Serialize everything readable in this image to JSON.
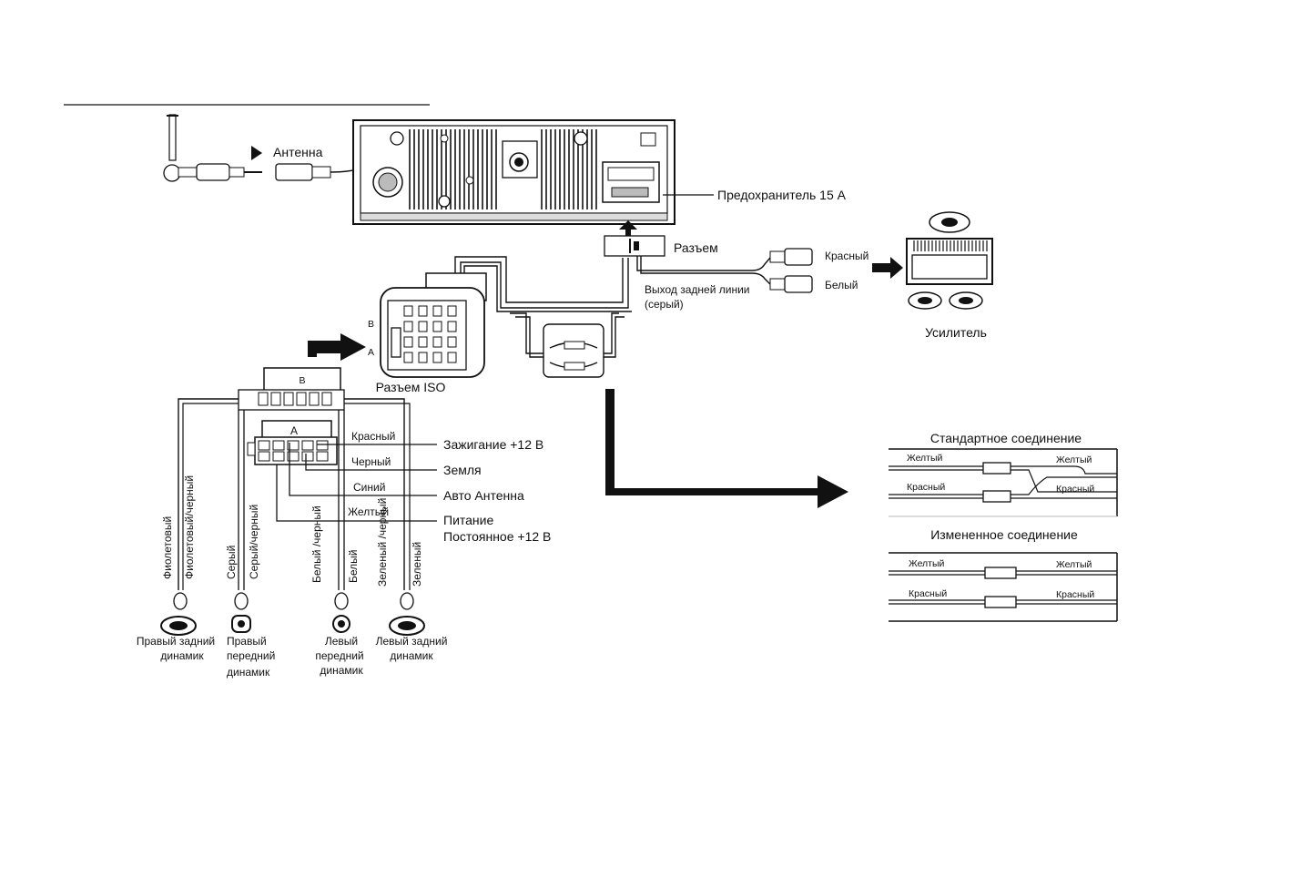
{
  "labels": {
    "antenna": "Антенна",
    "fuse": "Предохранитель 15 А",
    "connector": "Разъем",
    "iso_connector": "Разъем ISO",
    "rear_line_out_1": "Выход задней линии",
    "rear_line_out_2": "(серый)",
    "amp_red": "Красный",
    "amp_white": "Белый",
    "amplifier": "Усилитель",
    "ignition": "Зажигание +12 В",
    "ground": "Земля",
    "auto_antenna": "Авто Антенна",
    "power_1": "Питание",
    "power_2": "Постоянное +12 В",
    "wire_red": "Красный",
    "wire_black": "Черный",
    "wire_blue": "Синий",
    "wire_yellow": "Желтый",
    "block_a": "A",
    "block_b": "B",
    "iso_b_letter": "B",
    "iso_a_letter": "A"
  },
  "speaker_wires": [
    "Фиолетовый",
    "Фиолетовый/черный",
    "Серый",
    "Серый/черный",
    "Белый /черный",
    "Белый",
    "Зеленый /черный",
    "Зеленый"
  ],
  "speakers": {
    "rear_right_1": "Правый задний",
    "rear_right_2": "динамик",
    "front_right_1": "Правый",
    "front_right_2": "передний",
    "front_right_3": "динамик",
    "front_left_1": "Левый",
    "front_left_2": "передний",
    "front_left_3": "динамик",
    "rear_left_1": "Левый задний",
    "rear_left_2": "динамик"
  },
  "standard": {
    "title": "Стандартное соединение",
    "yellow_left": "Желтый",
    "yellow_right": "Желтый",
    "red_left": "Красный",
    "red_right": "Красный"
  },
  "modified": {
    "title": "Измененное соединение",
    "yellow_left": "Желтый",
    "yellow_right": "Желтый",
    "red_left": "Красный",
    "red_right": "Красный"
  }
}
